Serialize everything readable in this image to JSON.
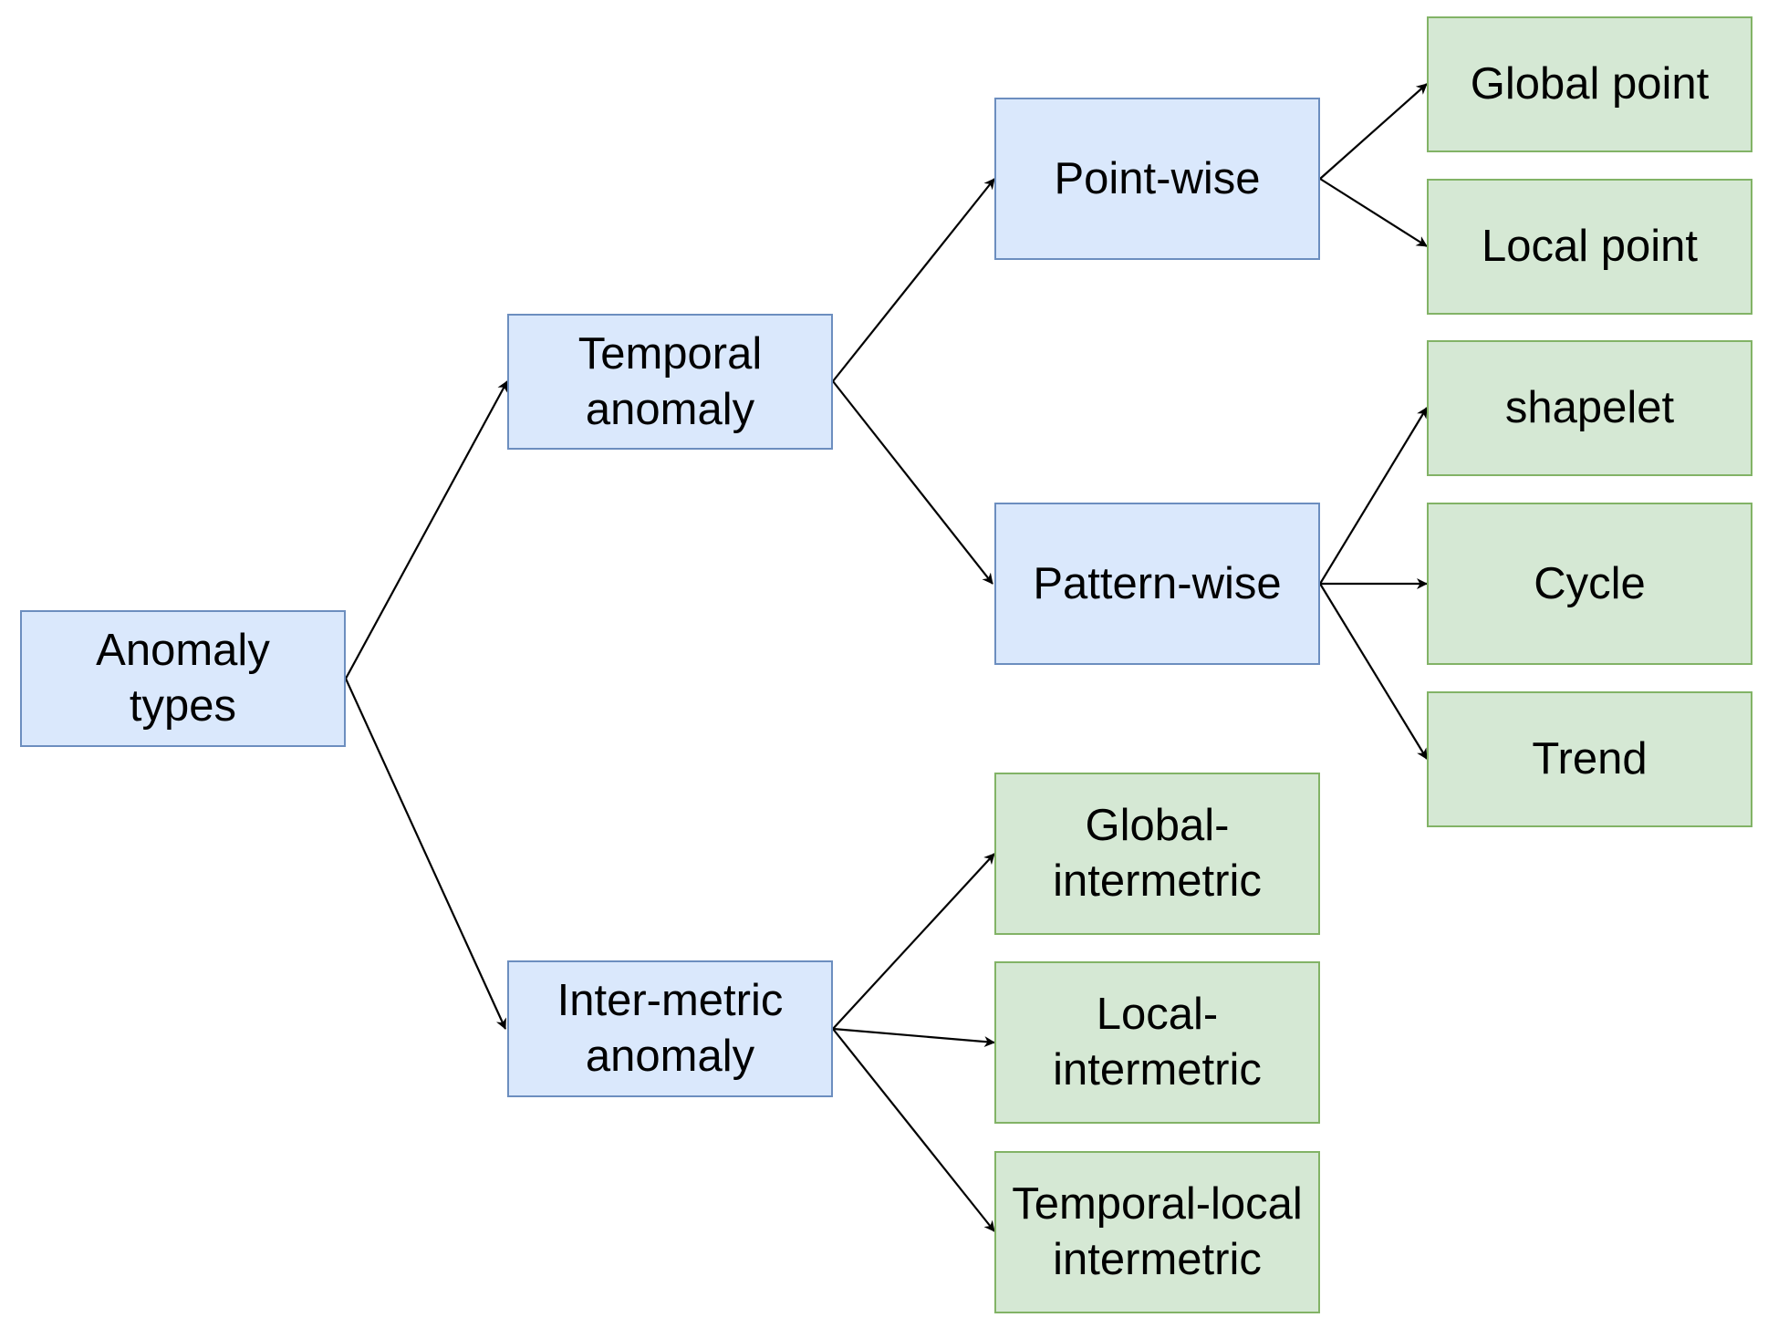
{
  "colors": {
    "category_fill": "#dae8fc",
    "category_border": "#6c8ebf",
    "leaf_fill": "#d5e8d4",
    "leaf_border": "#82b366",
    "edge": "#000000"
  },
  "nodes": {
    "root": "Anomaly\ntypes",
    "temporal": "Temporal\nanomaly",
    "intermetric": "Inter-metric\nanomaly",
    "pointwise": "Point-wise",
    "patternwise": "Pattern-wise",
    "global_point": "Global point",
    "local_point": "Local point",
    "shapelet": "shapelet",
    "cycle": "Cycle",
    "trend": "Trend",
    "global_intermetric": "Global-\nintermetric",
    "local_intermetric": "Local-\nintermetric",
    "temporal_local_intermetric": "Temporal-local\nintermetric"
  },
  "edges": [
    {
      "from": "root",
      "to": "temporal"
    },
    {
      "from": "root",
      "to": "intermetric"
    },
    {
      "from": "temporal",
      "to": "pointwise"
    },
    {
      "from": "temporal",
      "to": "patternwise"
    },
    {
      "from": "pointwise",
      "to": "global_point"
    },
    {
      "from": "pointwise",
      "to": "local_point"
    },
    {
      "from": "patternwise",
      "to": "shapelet"
    },
    {
      "from": "patternwise",
      "to": "cycle"
    },
    {
      "from": "patternwise",
      "to": "trend"
    },
    {
      "from": "intermetric",
      "to": "global_intermetric"
    },
    {
      "from": "intermetric",
      "to": "local_intermetric"
    },
    {
      "from": "intermetric",
      "to": "temporal_local_intermetric"
    }
  ]
}
